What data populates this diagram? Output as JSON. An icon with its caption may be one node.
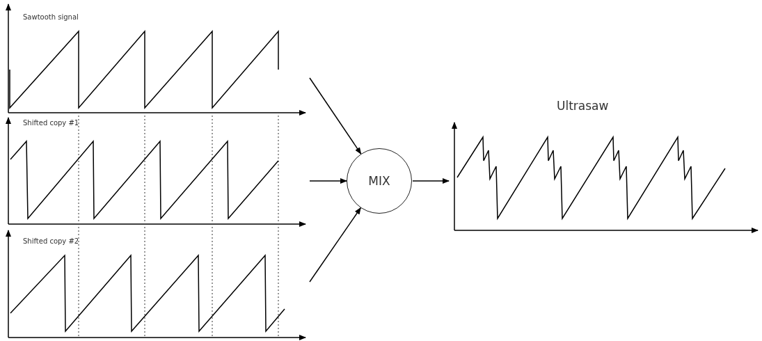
{
  "diagram": {
    "nodes": [
      {
        "text": [
          "Sawtooth signal"
        ]
      },
      {
        "text": [
          "Shifted copy #1"
        ]
      },
      {
        "text": [
          "Shifted copy #2"
        ]
      },
      {
        "text": [
          "MIX"
        ]
      },
      {
        "text": [
          "Ultrasaw"
        ]
      }
    ],
    "edges": [
      {
        "from": 0,
        "to": 3,
        "arrow": "to"
      },
      {
        "from": 1,
        "to": 3,
        "arrow": "to"
      },
      {
        "from": 2,
        "to": 3,
        "arrow": "to"
      },
      {
        "from": 3,
        "to": 4,
        "arrow": "to"
      }
    ]
  }
}
